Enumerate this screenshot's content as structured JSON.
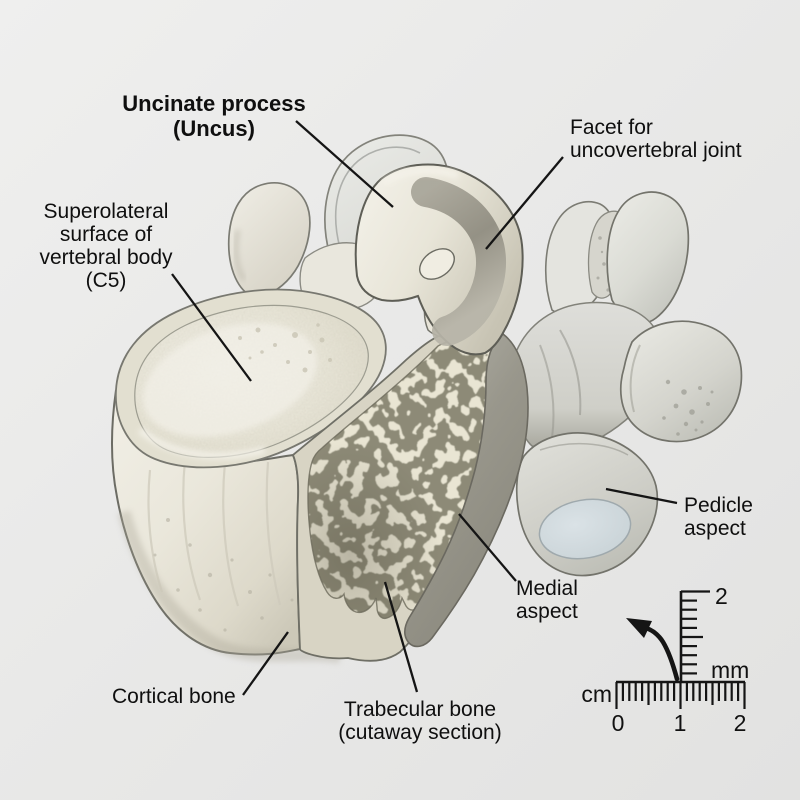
{
  "figure": {
    "subject": "Cervical vertebra (C5), superolateral oblique view with cutaway section",
    "background": "#e9e9e9"
  },
  "labels": {
    "uncinate": {
      "lines": [
        "Uncinate process",
        "(Uncus)"
      ]
    },
    "facet": {
      "lines": [
        "Facet for",
        "uncovertebral joint"
      ]
    },
    "superolateral": {
      "lines": [
        "Superolateral",
        "surface of",
        "vertebral body",
        "(C5)"
      ]
    },
    "pedicle": {
      "lines": [
        "Pedicle",
        "aspect"
      ]
    },
    "medial": {
      "lines": [
        "Medial",
        "aspect"
      ]
    },
    "cortical": {
      "lines": [
        "Cortical bone"
      ]
    },
    "trabecular": {
      "lines": [
        "Trabecular bone",
        "(cutaway section)"
      ]
    }
  },
  "scale_bar": {
    "horizontal_unit": "cm",
    "horizontal_ticks": [
      "0",
      "1",
      "2"
    ],
    "vertical_unit": "mm",
    "vertical_top_value": "2"
  },
  "colors": {
    "background": "#e9e9e9",
    "bone_light": "#f1efe6",
    "bone_mid": "#d9d5c6",
    "bone_shadow": "#b3b0a2",
    "outline": "#62625a",
    "trabecular_base": "#e9e5d3",
    "trabecular_holes": "#8d8a77",
    "posterior_bone": "#e6e6e0",
    "medial_wall": "#8f8c80",
    "facet_blue": "#d0dade",
    "label_text": "#0f0f0f"
  }
}
